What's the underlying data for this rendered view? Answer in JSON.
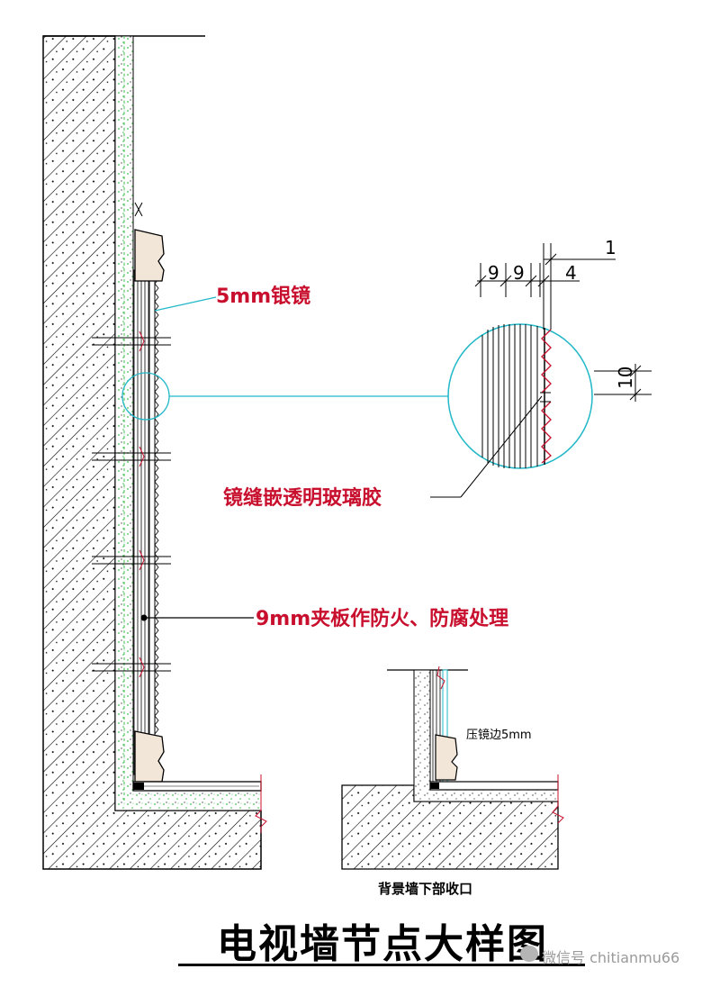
{
  "labels": {
    "mirror": "5mm银镜",
    "glue": "镜缝嵌透明玻璃胶",
    "plywood": "9mm夹板作防火、防腐处理",
    "press_edge": "压镜边5mm",
    "caption_bottom": "背景墙下部收口"
  },
  "dimensions": {
    "d1": "1",
    "d9a": "9",
    "d9b": "9",
    "d4": "4",
    "d10": "10"
  },
  "title": "电视墙节点大样图",
  "watermark": "微信号 chitianmu66",
  "colors": {
    "label_red": "#c8102e",
    "leader_cyan": "#22b8c8",
    "plaster_green": "#3fbf4f",
    "hatch": "#000000"
  }
}
